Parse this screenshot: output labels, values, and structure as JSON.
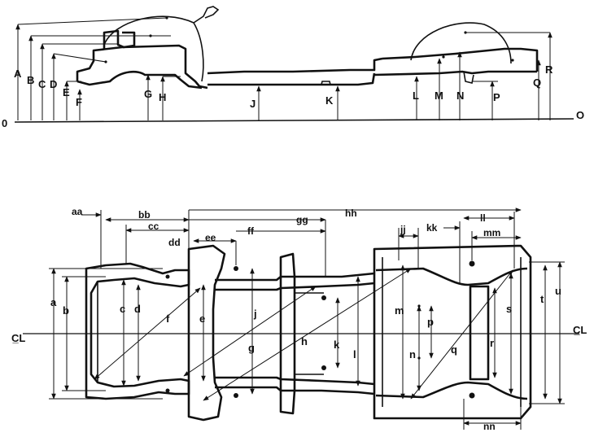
{
  "side_view": {
    "zero_left": "0",
    "zero_right": "O",
    "labels": {
      "A": "A",
      "B": "B",
      "C": "C",
      "D": "D",
      "E": "E",
      "F": "F",
      "G": "G",
      "H": "H",
      "J": "J",
      "K": "K",
      "L": "L",
      "M": "M",
      "N": "N",
      "P": "P",
      "Q": "Q",
      "R": "R"
    }
  },
  "top_view": {
    "centerline_left": "C̲L",
    "centerline_right": "C̲L",
    "labels": {
      "aa": "aa",
      "bb": "bb",
      "cc": "cc",
      "dd": "dd",
      "ee": "ee",
      "ff": "ff",
      "gg": "gg",
      "hh": "hh",
      "jj": "jj",
      "kk": "kk",
      "ll": "ll",
      "mm": "mm",
      "nn": "nn",
      "a": "a",
      "b": "b",
      "c": "c",
      "d": "d",
      "e": "e",
      "f": "f",
      "g": "g",
      "h": "h",
      "j": "j",
      "k": "k",
      "l": "l",
      "m": "m",
      "n": "n",
      "p": "p",
      "q": "q",
      "r": "r",
      "s": "s",
      "t": "t",
      "u": "u"
    }
  }
}
